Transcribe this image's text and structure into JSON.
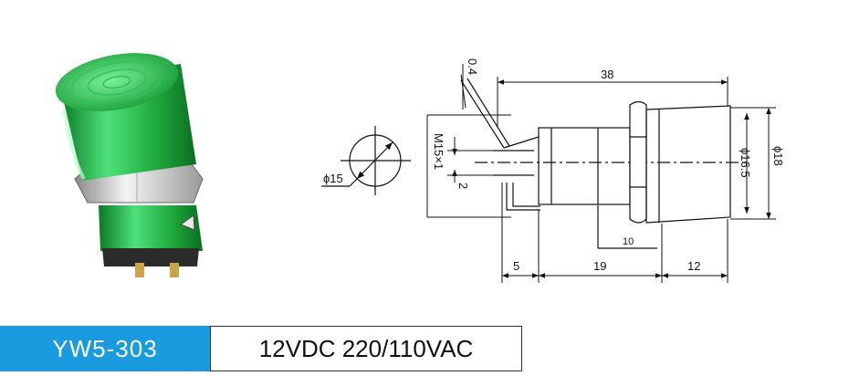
{
  "product": {
    "model": "YW5-303",
    "spec": "12VDC 220/110VAC"
  },
  "drawing": {
    "dimensions": {
      "total_length": "38",
      "flange_thickness": "0.4",
      "thread": "M15×1",
      "thread_offset": "2",
      "panel_hole": "ϕ15",
      "body_diameter_inner": "ϕ16.5",
      "body_diameter_outer": "ϕ18",
      "nut_depth": "10",
      "terminal_length": "5",
      "body_length": "19",
      "cap_length": "12"
    }
  },
  "colors": {
    "lamp_green": "#1faa3c",
    "badge_blue": "#1a9be0"
  }
}
